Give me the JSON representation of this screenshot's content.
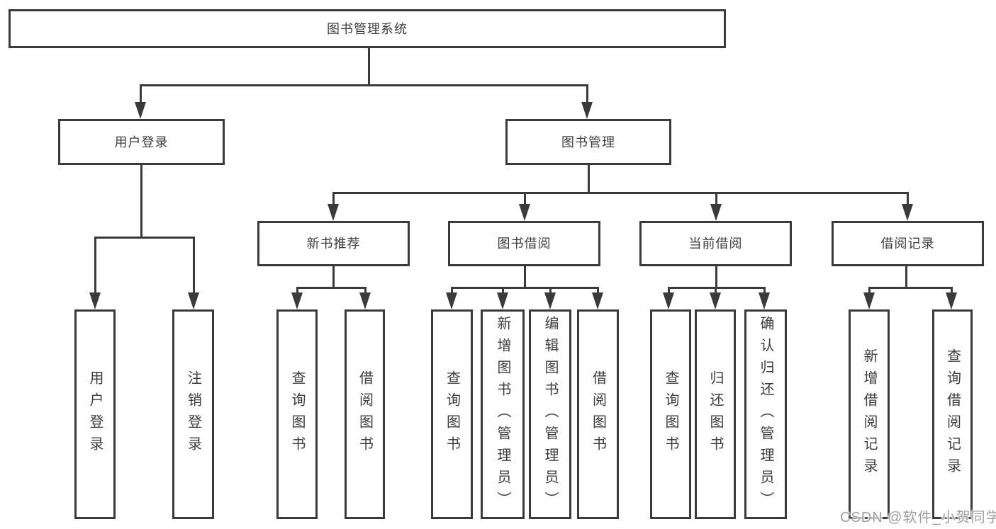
{
  "colors": {
    "line": "#3a3a3a",
    "text": "#3d3d3d",
    "watermark": "#9f9f9f",
    "background": "#ffffff"
  },
  "watermark": {
    "text": "CSDN @软件_小贺同学"
  },
  "diagram": {
    "tree": {
      "id": "system",
      "label": "图书管理系统",
      "children": [
        {
          "id": "user-login",
          "label": "用户登录",
          "children": [
            {
              "id": "user-login-action",
              "label": "用户登录"
            },
            {
              "id": "logout",
              "label": "注销登录"
            }
          ]
        },
        {
          "id": "book-management",
          "label": "图书管理",
          "children": [
            {
              "id": "new-book-recommendation",
              "label": "新书推荐",
              "children": [
                {
                  "id": "query-books",
                  "label": "查询图书"
                },
                {
                  "id": "borrow-books",
                  "label": "借阅图书"
                }
              ]
            },
            {
              "id": "book-borrowing",
              "label": "图书借阅",
              "children": [
                {
                  "id": "borrow-query-books",
                  "label": "查询图书"
                },
                {
                  "id": "add-book-admin",
                  "label": "新增图书（管理员）"
                },
                {
                  "id": "edit-book-admin",
                  "label": "编辑图书（管理员）"
                },
                {
                  "id": "borrow-borrow-books",
                  "label": "借阅图书"
                }
              ]
            },
            {
              "id": "current-borrowing",
              "label": "当前借阅",
              "children": [
                {
                  "id": "current-query-books",
                  "label": "查询图书"
                },
                {
                  "id": "return-books",
                  "label": "归还图书"
                },
                {
                  "id": "confirm-return-admin",
                  "label": "确认归还（管理员）"
                }
              ]
            },
            {
              "id": "borrowing-records",
              "label": "借阅记录",
              "children": [
                {
                  "id": "add-borrow-record",
                  "label": "新增借阅记录"
                },
                {
                  "id": "query-borrow-record",
                  "label": "查询借阅记录"
                }
              ]
            }
          ]
        }
      ]
    }
  }
}
